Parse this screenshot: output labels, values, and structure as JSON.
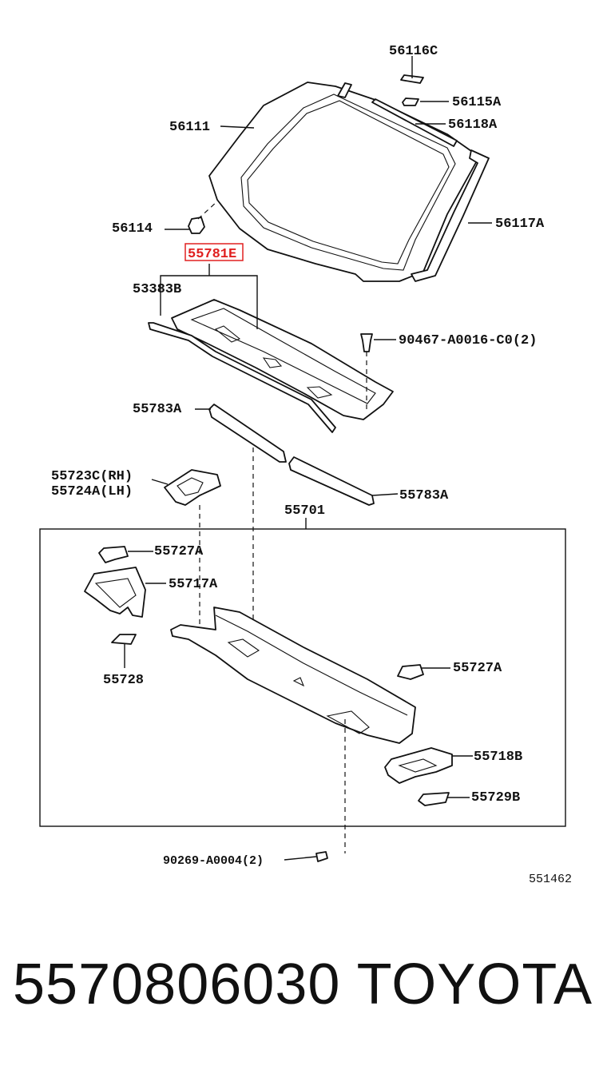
{
  "diagram": {
    "parts": {
      "p56116C": "56116C",
      "p56115A": "56115A",
      "p56118A": "56118A",
      "p56111": "56111",
      "p56114": "56114",
      "p56117A": "56117A",
      "p55781E": "55781E",
      "p53383B": "53383B",
      "p90467": "90467-A0016-C0(2)",
      "p55783A_left": "55783A",
      "p55783A_right": "55783A",
      "p55723C": "55723C(RH)",
      "p55724A": "55724A(LH)",
      "p55701": "55701",
      "p55727A_left": "55727A",
      "p55717A": "55717A",
      "p55728": "55728",
      "p55727A_right": "55727A",
      "p55718B": "55718B",
      "p55729B": "55729B",
      "p90269": "90269-A0004(2)"
    },
    "diagram_number": "551462",
    "highlight_color": "#e02020"
  },
  "footer": {
    "part_number": "5570806030",
    "brand": "TOYOTA"
  }
}
